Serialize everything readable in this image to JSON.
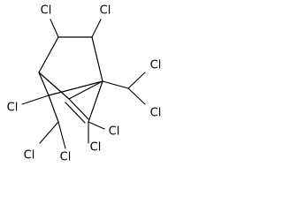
{
  "structure": {
    "labels": {
      "cl_top_left": "Cl",
      "cl_top_right": "Cl",
      "cl_dichloromethyl_1": "Cl",
      "cl_dichloromethyl_2": "Cl",
      "cl_bridgehead_left": "Cl",
      "cl_chloromethyl": "Cl",
      "cl_vinyl_1": "Cl",
      "cl_vinyl_2": "Cl",
      "cl_vinyl_3": "Cl"
    }
  }
}
